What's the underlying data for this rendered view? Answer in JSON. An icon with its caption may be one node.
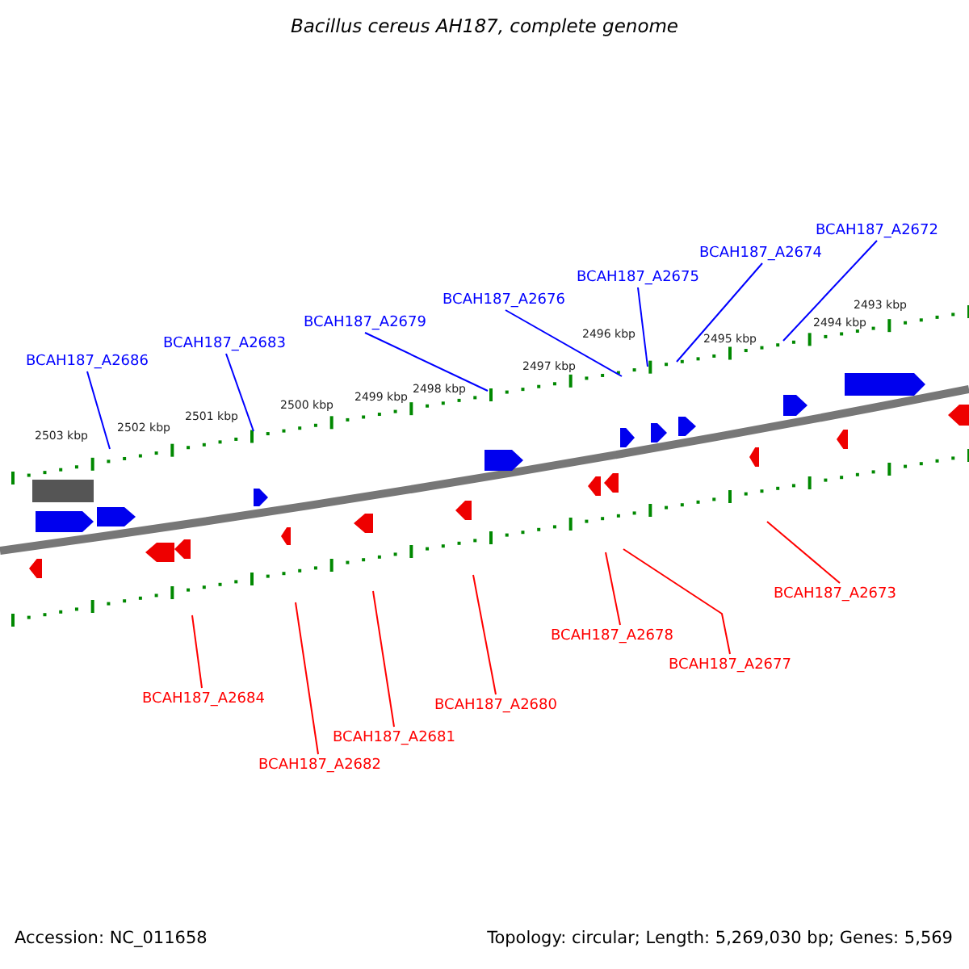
{
  "diagram": {
    "title": "Bacillus cereus AH187, complete genome",
    "nodes": [
      {
        "text": [
          "BCAH187_A2672"
        ]
      },
      {
        "text": [
          "BCAH187_A2674"
        ]
      },
      {
        "text": [
          "BCAH187_A2675"
        ]
      },
      {
        "text": [
          "BCAH187_A2676"
        ]
      },
      {
        "text": [
          "BCAH187_A2679"
        ]
      },
      {
        "text": [
          "BCAH187_A2683"
        ]
      },
      {
        "text": [
          "BCAH187_A2686"
        ]
      },
      {
        "text": [
          "BCAH187_A2673"
        ]
      },
      {
        "text": [
          "BCAH187_A2678"
        ]
      },
      {
        "text": [
          "BCAH187_A2677"
        ]
      },
      {
        "text": [
          "BCAH187_A2684"
        ]
      },
      {
        "text": [
          "BCAH187_A2680"
        ]
      },
      {
        "text": [
          "BCAH187_A2681"
        ]
      },
      {
        "text": [
          "BCAH187_A2682"
        ]
      }
    ],
    "edges": [
      {
        "from": 0,
        "to": null,
        "arrow": "none",
        "color": "#0000ff"
      },
      {
        "from": 1,
        "to": null,
        "arrow": "none",
        "color": "#0000ff"
      },
      {
        "from": 2,
        "to": null,
        "arrow": "none",
        "color": "#0000ff"
      },
      {
        "from": 3,
        "to": null,
        "arrow": "none",
        "color": "#0000ff"
      },
      {
        "from": 4,
        "to": null,
        "arrow": "none",
        "color": "#0000ff"
      },
      {
        "from": 5,
        "to": null,
        "arrow": "none",
        "color": "#0000ff"
      },
      {
        "from": 6,
        "to": null,
        "arrow": "none",
        "color": "#0000ff"
      },
      {
        "from": 7,
        "to": null,
        "arrow": "none",
        "color": "#ff0000"
      },
      {
        "from": 8,
        "to": null,
        "arrow": "none",
        "color": "#ff0000"
      },
      {
        "from": 9,
        "to": null,
        "arrow": "none",
        "color": "#ff0000"
      },
      {
        "from": 10,
        "to": null,
        "arrow": "none",
        "color": "#ff0000"
      },
      {
        "from": 11,
        "to": null,
        "arrow": "none",
        "color": "#ff0000"
      },
      {
        "from": 12,
        "to": null,
        "arrow": "none",
        "color": "#ff0000"
      },
      {
        "from": 13,
        "to": null,
        "arrow": "none",
        "color": "#ff0000"
      }
    ],
    "labels": [
      "2493 kbp",
      "2494 kbp",
      "2495 kbp",
      "2496 kbp",
      "2497 kbp",
      "2498 kbp",
      "2499 kbp",
      "2500 kbp",
      "2501 kbp",
      "2502 kbp",
      "2503 kbp",
      "Accession: NC_011658",
      "Topology: circular; Length: 5,269,030 bp; Genes: 5,569"
    ]
  }
}
